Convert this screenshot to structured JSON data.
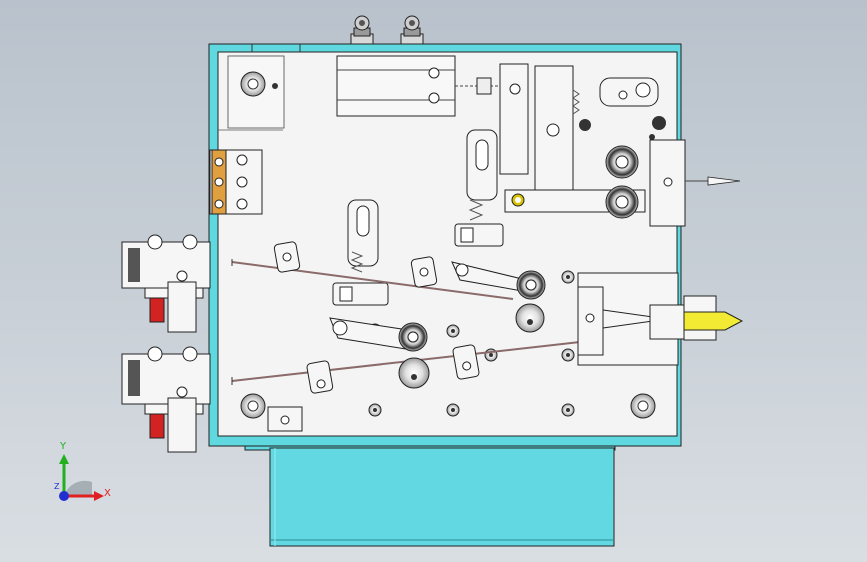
{
  "viewport": {
    "background_top": "#b9c2cc",
    "background_bottom": "#d9dee3"
  },
  "model": {
    "plate_color": "#f3f3f3",
    "frame_color": "#5fd8e0",
    "edge_color": "#333333",
    "accent_red": "#d22222",
    "tip_yellow": "#f2ea33",
    "bushing_yellow": "#d9c400"
  },
  "triad": {
    "x_label": "X",
    "y_label": "Y",
    "z_label": "Z",
    "x_color": "#e02020",
    "y_color": "#20b020",
    "z_color": "#2030d0"
  }
}
